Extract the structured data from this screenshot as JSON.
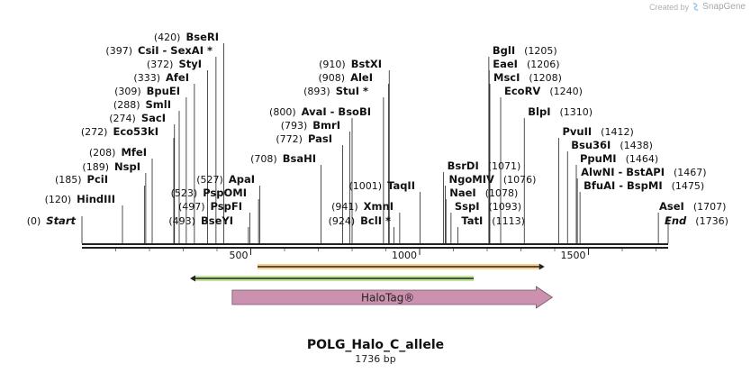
{
  "credit": {
    "prefix": "Created by",
    "brand": "SnapGene"
  },
  "sequence": {
    "name": "POLG_Halo_C_allele",
    "length_label": "1736 bp",
    "length": 1736,
    "ruler_ticks": [
      "500",
      "1000",
      "1500"
    ]
  },
  "sites": [
    {
      "pos": "(0)",
      "name": "Start",
      "italic": true,
      "bp": 0
    },
    {
      "pos": "(120)",
      "name": "HindIII",
      "bp": 120
    },
    {
      "pos": "(185)",
      "name": "PciI",
      "bp": 185
    },
    {
      "pos": "(189)",
      "name": "NspI",
      "bp": 189
    },
    {
      "pos": "(208)",
      "name": "MfeI",
      "bp": 208
    },
    {
      "pos": "(272)",
      "name": "Eco53kI",
      "bp": 272
    },
    {
      "pos": "(274)",
      "name": "SacI",
      "bp": 274
    },
    {
      "pos": "(288)",
      "name": "SmlI",
      "bp": 288
    },
    {
      "pos": "(309)",
      "name": "BpuEI",
      "bp": 309
    },
    {
      "pos": "(333)",
      "name": "AfeI",
      "bp": 333
    },
    {
      "pos": "(372)",
      "name": "StyI",
      "bp": 372
    },
    {
      "pos": "(397)",
      "name": "CsiI  - SexAI *",
      "bp": 397
    },
    {
      "pos": "(420)",
      "name": "BseRI",
      "bp": 420
    },
    {
      "pos": "(493)",
      "name": "BseYI",
      "bp": 493
    },
    {
      "pos": "(497)",
      "name": "PspFI",
      "bp": 497
    },
    {
      "pos": "(523)",
      "name": "PspOMI",
      "bp": 523
    },
    {
      "pos": "(527)",
      "name": "ApaI",
      "bp": 527
    },
    {
      "pos": "(708)",
      "name": "BsaHI",
      "bp": 708
    },
    {
      "pos": "(772)",
      "name": "PasI",
      "bp": 772
    },
    {
      "pos": "(793)",
      "name": "BmrI",
      "bp": 793
    },
    {
      "pos": "(800)",
      "name": "AvaI  - BsoBI",
      "bp": 800
    },
    {
      "pos": "(893)",
      "name": "StuI *",
      "bp": 893
    },
    {
      "pos": "(908)",
      "name": "AleI",
      "bp": 908
    },
    {
      "pos": "(910)",
      "name": "BstXI",
      "bp": 910
    },
    {
      "pos": "(924)",
      "name": "BclI *",
      "bp": 924
    },
    {
      "pos": "(941)",
      "name": "XmnI",
      "bp": 941
    },
    {
      "pos": "(1001)",
      "name": "TaqII",
      "bp": 1001
    },
    {
      "pos": "(1071)",
      "name": "BsrDI",
      "bp": 1071
    },
    {
      "pos": "(1076)",
      "name": "NgoMIV",
      "bp": 1076
    },
    {
      "pos": "(1078)",
      "name": "NaeI",
      "bp": 1078
    },
    {
      "pos": "(1093)",
      "name": "SspI",
      "bp": 1093
    },
    {
      "pos": "(1113)",
      "name": "TatI",
      "bp": 1113
    },
    {
      "pos": "(1205)",
      "name": "BglI",
      "bp": 1205
    },
    {
      "pos": "(1206)",
      "name": "EaeI",
      "bp": 1206
    },
    {
      "pos": "(1208)",
      "name": "MscI",
      "bp": 1208
    },
    {
      "pos": "(1240)",
      "name": "EcoRV",
      "bp": 1240
    },
    {
      "pos": "(1310)",
      "name": "BlpI",
      "bp": 1310
    },
    {
      "pos": "(1412)",
      "name": "PvuII",
      "bp": 1412
    },
    {
      "pos": "(1438)",
      "name": "Bsu36I",
      "bp": 1438
    },
    {
      "pos": "(1464)",
      "name": "PpuMI",
      "bp": 1464
    },
    {
      "pos": "(1467)",
      "name": "AlwNI  - BstAPI",
      "bp": 1467
    },
    {
      "pos": "(1475)",
      "name": "BfuAI  - BspMI",
      "bp": 1475
    },
    {
      "pos": "(1707)",
      "name": "AseI",
      "bp": 1707
    },
    {
      "pos": "(1736)",
      "name": "End",
      "italic": true,
      "bp": 1736
    }
  ],
  "features": [
    {
      "name": "",
      "type": "primer-forward",
      "start": 520,
      "end": 1370,
      "color": "#f4a11c",
      "track": 1
    },
    {
      "name": "",
      "type": "primer-reverse",
      "start": 320,
      "end": 1160,
      "color": "#8bd14a",
      "track": 2
    },
    {
      "name": "HaloTag®",
      "type": "cds",
      "start": 445,
      "end": 1393,
      "color": "#cd91b0",
      "track": 3
    }
  ]
}
